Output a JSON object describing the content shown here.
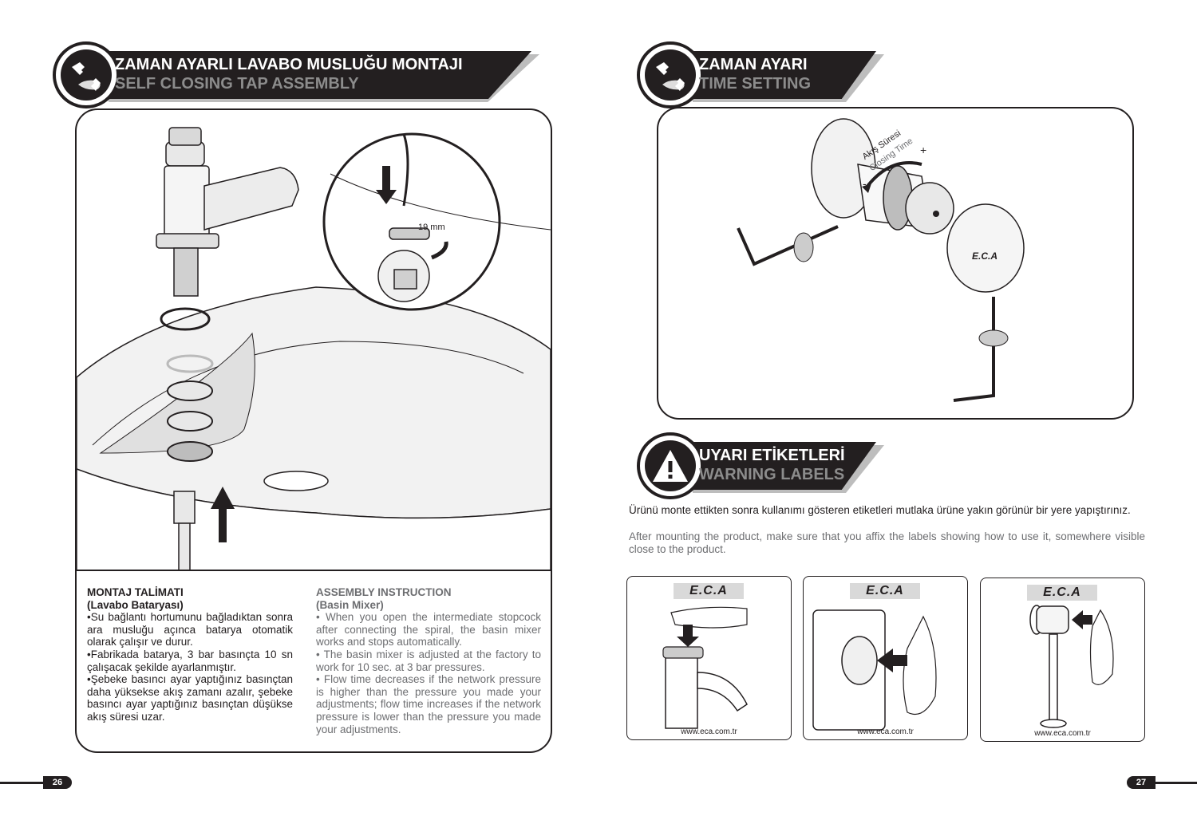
{
  "left_page": {
    "header": {
      "title_tr": "ZAMAN AYARLI LAVABO MUSLUĞU MONTAJI",
      "title_en": "SELF CLOSING TAP ASSEMBLY"
    },
    "illustration": {
      "wrench_size": "19 mm"
    },
    "instructions_tr": {
      "heading": "MONTAJ TALİMATI",
      "subheading": "(Lavabo Bataryası)",
      "items": [
        "•Su bağlantı hortumunu bağladıktan sonra ara musluğu açınca batarya otomatik olarak çalışır ve durur.",
        "•Fabrikada batarya, 3 bar basınçta 10 sn çalışacak şekilde ayarlanmıştır.",
        "•Şebeke basıncı ayar yaptığınız basınçtan daha yüksekse akış zamanı azalır, şebeke basıncı ayar yaptığınız basınçtan düşükse akış süresi uzar."
      ]
    },
    "instructions_en": {
      "heading": "ASSEMBLY INSTRUCTION",
      "subheading": "(Basin Mixer)",
      "items": [
        "• When you open the intermediate stopcock after connecting the spiral, the basin mixer works and stops automatically.",
        "• The basin mixer is adjusted at the factory to work for 10 sec. at 3 bar pressures.",
        "• Flow time decreases if the network pressure is higher than the pressure you made your adjustments; flow time increases if the network pressure is lower than the pressure you made your adjustments."
      ]
    },
    "page_number": "26"
  },
  "right_page": {
    "time_header": {
      "title_tr": "ZAMAN AYARI",
      "title_en": "TIME SETTING"
    },
    "illustration": {
      "label_tr": "Akış Süresi",
      "label_en": "Closing Time",
      "plus": "+",
      "minus": "-",
      "brand": "E.C.A"
    },
    "warning_header": {
      "title_tr": "UYARI ETİKETLERİ",
      "title_en": "WARNING LABELS"
    },
    "warning_text_tr": "Ürünü monte ettikten sonra kullanımı gösteren etiketleri mutlaka ürüne yakın görünür bir yere yapıştırınız.",
    "warning_text_en": "After mounting the product, make sure that you affix the labels showing how to use it, somewhere visible close to the product.",
    "labels": [
      {
        "brand": "E.C.A",
        "url": "www.eca.com.tr"
      },
      {
        "brand": "E.C.A",
        "url": "www.eca.com.tr"
      },
      {
        "brand": "E.C.A",
        "url": "www.eca.com.tr"
      }
    ],
    "page_number": "27"
  },
  "colors": {
    "ink": "#231f20",
    "grey_text": "#6d6e71",
    "banner_shadow": "#bdbdbd"
  },
  "icons": [
    "wrench-hand-icon",
    "warning-triangle-icon"
  ]
}
